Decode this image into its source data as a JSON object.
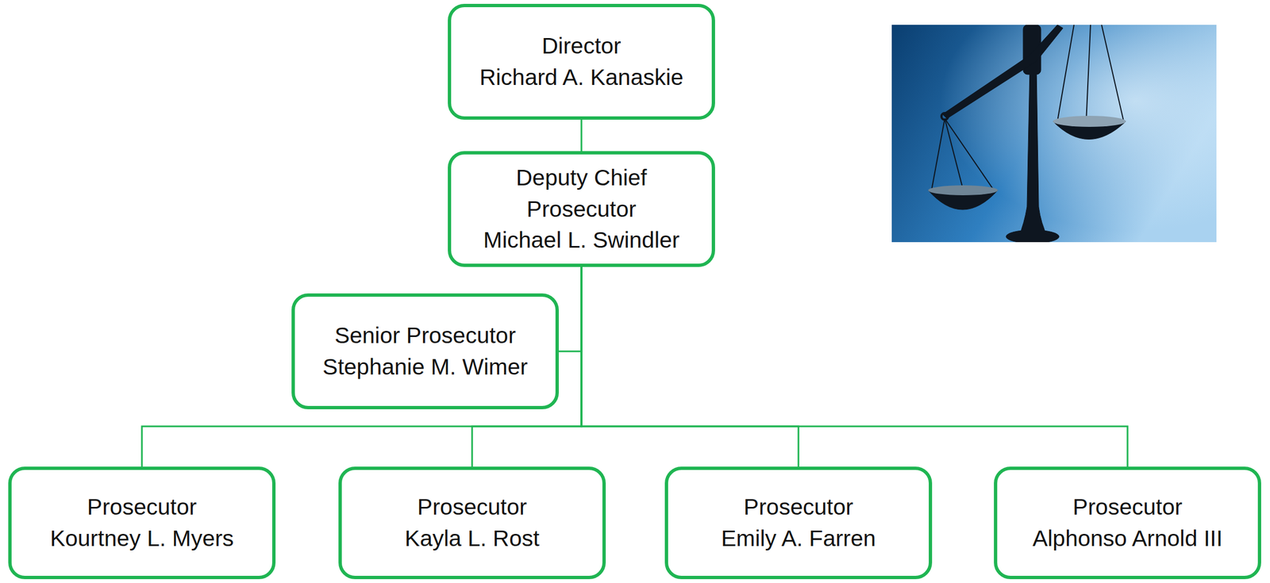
{
  "diagram": {
    "nodes": [
      {
        "text": [
          "Director",
          "Richard A. Kanaskie"
        ]
      },
      {
        "text": [
          "Deputy Chief Prosecutor",
          "Michael L. Swindler"
        ]
      },
      {
        "text": [
          "Senior Prosecutor",
          "Stephanie M. Wimer"
        ]
      },
      {
        "text": [
          "Prosecutor",
          "Kourtney L. Myers"
        ]
      },
      {
        "text": [
          "Prosecutor",
          "Kayla L. Rost"
        ]
      },
      {
        "text": [
          "Prosecutor",
          "Emily A. Farren"
        ]
      },
      {
        "text": [
          "Prosecutor",
          "Alphonso Arnold III"
        ]
      }
    ],
    "edges": [
      {
        "from": 0,
        "to": 1,
        "arrow": "none"
      },
      {
        "from": 1,
        "to": 2,
        "arrow": "none"
      },
      {
        "from": 1,
        "to": 3,
        "arrow": "none"
      },
      {
        "from": 1,
        "to": 4,
        "arrow": "none"
      },
      {
        "from": 1,
        "to": 5,
        "arrow": "none"
      },
      {
        "from": 1,
        "to": 6,
        "arrow": "none"
      }
    ]
  }
}
